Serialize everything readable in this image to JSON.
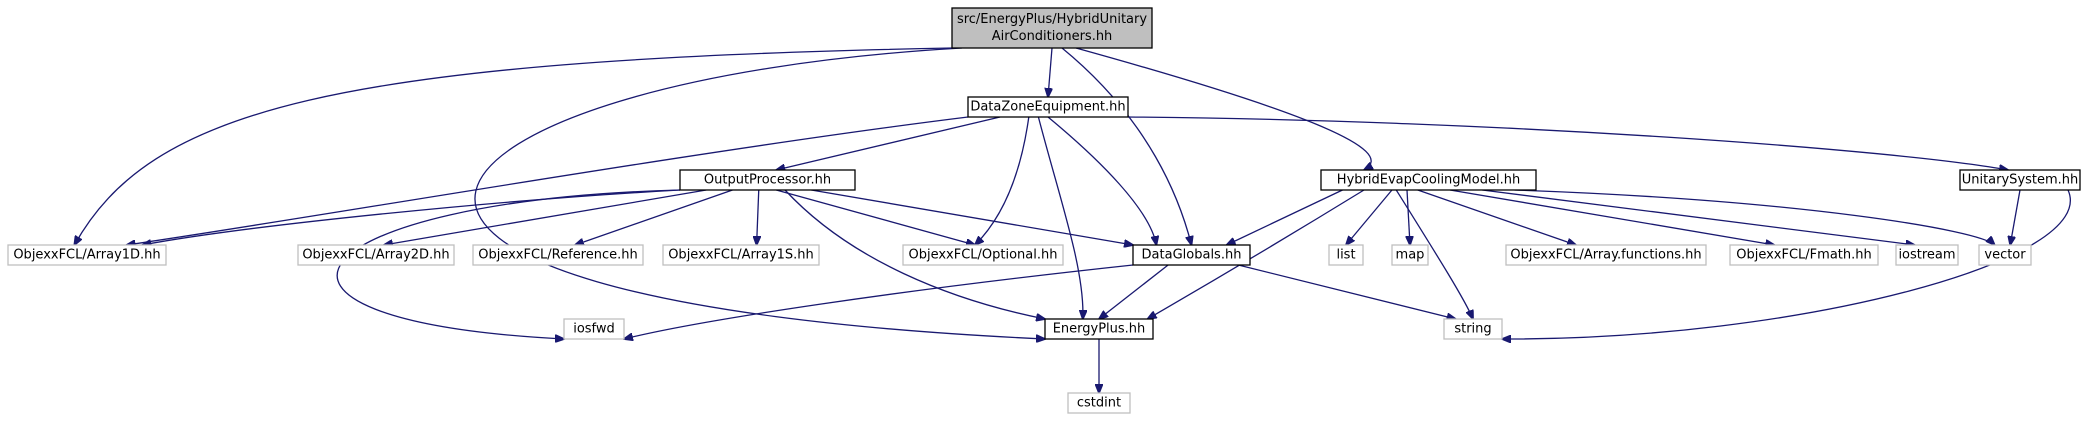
{
  "diagram": {
    "type": "include-dependency-graph",
    "colors": {
      "edge": "#191970",
      "root_fill": "#bfbfbf",
      "root_border": "#000000",
      "documented_border": "#000000",
      "external_border": "#bfbfbf",
      "external_text": "#000000"
    },
    "nodes": {
      "root": {
        "label_lines": [
          "src/EnergyPlus/HybridUnitary",
          "AirConditioners.hh"
        ],
        "kind": "root"
      },
      "datazone": {
        "label_lines": [
          "DataZoneEquipment.hh"
        ],
        "kind": "documented"
      },
      "hybridevap": {
        "label_lines": [
          "HybridEvapCoolingModel.hh"
        ],
        "kind": "documented"
      },
      "unitary": {
        "label_lines": [
          "UnitarySystem.hh"
        ],
        "kind": "documented"
      },
      "output": {
        "label_lines": [
          "OutputProcessor.hh"
        ],
        "kind": "documented"
      },
      "dataglobals": {
        "label_lines": [
          "DataGlobals.hh"
        ],
        "kind": "documented"
      },
      "energyplus": {
        "label_lines": [
          "EnergyPlus.hh"
        ],
        "kind": "documented"
      },
      "array1d": {
        "label_lines": [
          "ObjexxFCL/Array1D.hh"
        ],
        "kind": "external"
      },
      "array2d": {
        "label_lines": [
          "ObjexxFCL/Array2D.hh"
        ],
        "kind": "external"
      },
      "reference": {
        "label_lines": [
          "ObjexxFCL/Reference.hh"
        ],
        "kind": "external"
      },
      "array1s": {
        "label_lines": [
          "ObjexxFCL/Array1S.hh"
        ],
        "kind": "external"
      },
      "optional": {
        "label_lines": [
          "ObjexxFCL/Optional.hh"
        ],
        "kind": "external"
      },
      "list": {
        "label_lines": [
          "list"
        ],
        "kind": "external"
      },
      "map": {
        "label_lines": [
          "map"
        ],
        "kind": "external"
      },
      "arrayfunctions": {
        "label_lines": [
          "ObjexxFCL/Array.functions.hh"
        ],
        "kind": "external"
      },
      "fmath": {
        "label_lines": [
          "ObjexxFCL/Fmath.hh"
        ],
        "kind": "external"
      },
      "iostream": {
        "label_lines": [
          "iostream"
        ],
        "kind": "external"
      },
      "vector": {
        "label_lines": [
          "vector"
        ],
        "kind": "external"
      },
      "iosfwd": {
        "label_lines": [
          "iosfwd"
        ],
        "kind": "external"
      },
      "string": {
        "label_lines": [
          "string"
        ],
        "kind": "external"
      },
      "cstdint": {
        "label_lines": [
          "cstdint"
        ],
        "kind": "external"
      }
    },
    "edges": [
      {
        "from": "root",
        "to": "datazone"
      },
      {
        "from": "root",
        "to": "array1d"
      },
      {
        "from": "root",
        "to": "energyplus"
      },
      {
        "from": "root",
        "to": "dataglobals"
      },
      {
        "from": "root",
        "to": "hybridevap"
      },
      {
        "from": "datazone",
        "to": "output"
      },
      {
        "from": "datazone",
        "to": "array1d"
      },
      {
        "from": "datazone",
        "to": "optional"
      },
      {
        "from": "datazone",
        "to": "dataglobals"
      },
      {
        "from": "datazone",
        "to": "energyplus"
      },
      {
        "from": "datazone",
        "to": "unitary"
      },
      {
        "from": "output",
        "to": "array1d"
      },
      {
        "from": "output",
        "to": "array2d"
      },
      {
        "from": "output",
        "to": "reference"
      },
      {
        "from": "output",
        "to": "array1s"
      },
      {
        "from": "output",
        "to": "optional"
      },
      {
        "from": "output",
        "to": "dataglobals"
      },
      {
        "from": "output",
        "to": "energyplus"
      },
      {
        "from": "output",
        "to": "iosfwd"
      },
      {
        "from": "hybridevap",
        "to": "dataglobals"
      },
      {
        "from": "hybridevap",
        "to": "energyplus"
      },
      {
        "from": "hybridevap",
        "to": "list"
      },
      {
        "from": "hybridevap",
        "to": "map"
      },
      {
        "from": "hybridevap",
        "to": "string"
      },
      {
        "from": "hybridevap",
        "to": "arrayfunctions"
      },
      {
        "from": "hybridevap",
        "to": "fmath"
      },
      {
        "from": "hybridevap",
        "to": "iostream"
      },
      {
        "from": "hybridevap",
        "to": "vector"
      },
      {
        "from": "unitary",
        "to": "vector"
      },
      {
        "from": "unitary",
        "to": "string"
      },
      {
        "from": "dataglobals",
        "to": "energyplus"
      },
      {
        "from": "dataglobals",
        "to": "iosfwd"
      },
      {
        "from": "dataglobals",
        "to": "string"
      },
      {
        "from": "energyplus",
        "to": "cstdint"
      }
    ]
  }
}
